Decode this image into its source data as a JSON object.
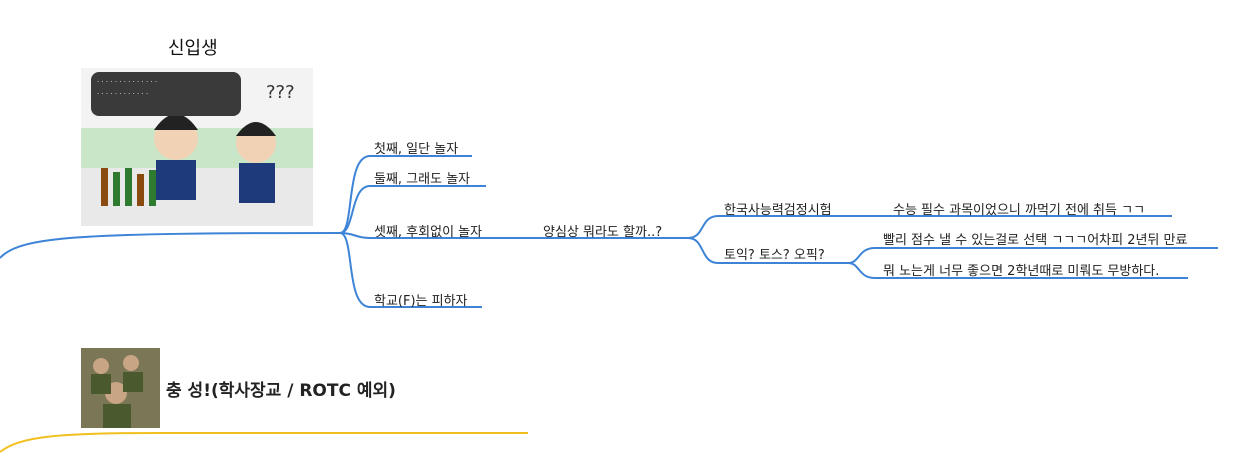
{
  "title": "신입생",
  "branch_main": [
    {
      "label": "첫째, 일단 놀자"
    },
    {
      "label": "둘째, 그래도 놀자"
    },
    {
      "label": "셋째, 후회없이 놀자"
    },
    {
      "label": "학교(F)는 피하자"
    }
  ],
  "sub_center": "양심상 뭐라도 할까..?",
  "sub_items": [
    {
      "label": "한국사능력검정시험",
      "detail": "수능 필수 과목이었으니 까먹기 전에 취득 ㄱㄱ"
    },
    {
      "label": "토익? 토스? 오픽?",
      "details": [
        "빨리 점수 낼 수 있는걸로 선택 ㄱㄱㄱ어차피 2년뒤 만료",
        "뭐 노는게 너무 좋으면 2학년때로 미뤄도 무방하다."
      ]
    }
  ],
  "second_topic": "충 성!(학사장교 / ROTC 예외)",
  "colors": {
    "blue": "#3e84d6",
    "yellow": "#f2c01e"
  },
  "images": {
    "cartoon": "cartoon-drinking-image",
    "soldier": "soldiers-image"
  }
}
